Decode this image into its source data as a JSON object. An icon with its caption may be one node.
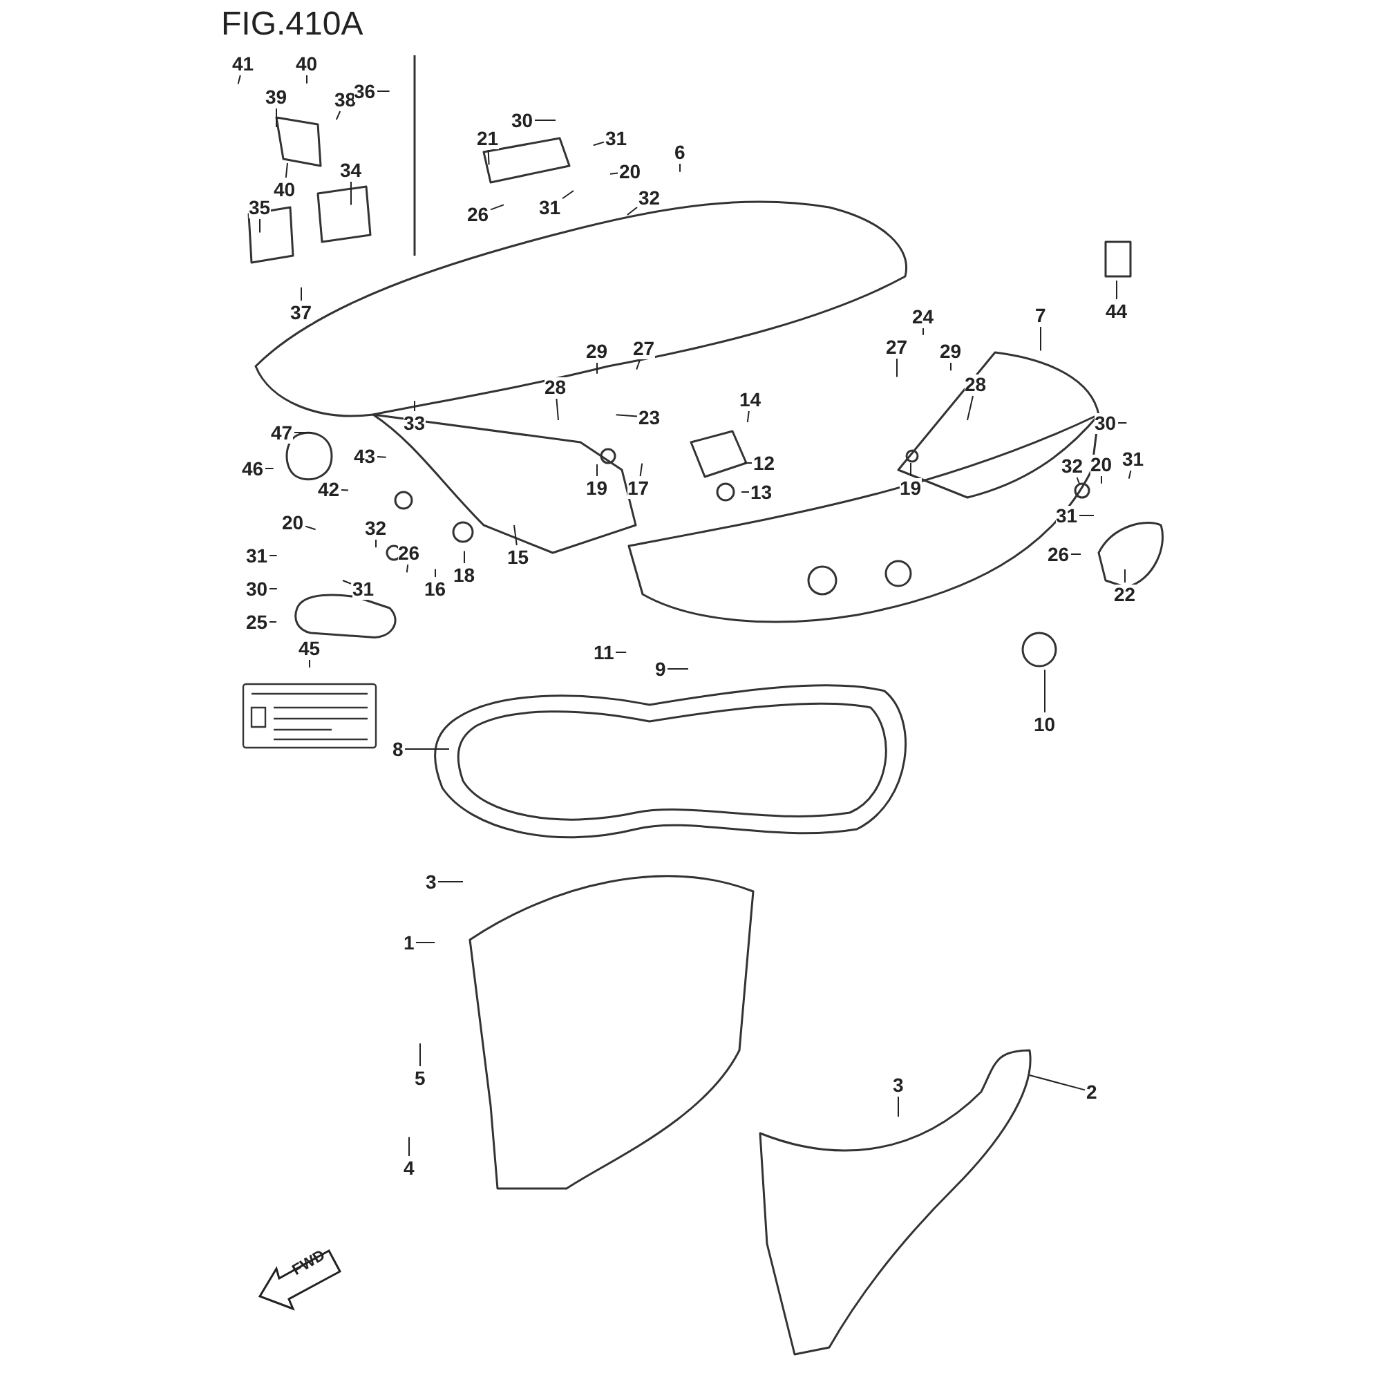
{
  "diagram": {
    "title": "FIG.410A",
    "nodes": [
      {
        "text": [
          "41"
        ]
      },
      {
        "text": [
          "39"
        ]
      },
      {
        "text": [
          "40"
        ]
      },
      {
        "text": [
          "38"
        ]
      },
      {
        "text": [
          "36"
        ]
      },
      {
        "text": [
          "30"
        ]
      },
      {
        "text": [
          "21"
        ]
      },
      {
        "text": [
          "31"
        ]
      },
      {
        "text": [
          "20"
        ]
      },
      {
        "text": [
          "6"
        ]
      },
      {
        "text": [
          "32"
        ]
      },
      {
        "text": [
          "40"
        ]
      },
      {
        "text": [
          "34"
        ]
      },
      {
        "text": [
          "26"
        ]
      },
      {
        "text": [
          "31"
        ]
      },
      {
        "text": [
          "35"
        ]
      },
      {
        "text": [
          "37"
        ]
      },
      {
        "text": [
          "44"
        ]
      },
      {
        "text": [
          "7"
        ]
      },
      {
        "text": [
          "24"
        ]
      },
      {
        "text": [
          "27"
        ]
      },
      {
        "text": [
          "27"
        ]
      },
      {
        "text": [
          "29"
        ]
      },
      {
        "text": [
          "29"
        ]
      },
      {
        "text": [
          "28"
        ]
      },
      {
        "text": [
          "28"
        ]
      },
      {
        "text": [
          "23"
        ]
      },
      {
        "text": [
          "14"
        ]
      },
      {
        "text": [
          "47"
        ]
      },
      {
        "text": [
          "33"
        ]
      },
      {
        "text": [
          "12"
        ]
      },
      {
        "text": [
          "46"
        ]
      },
      {
        "text": [
          "43"
        ]
      },
      {
        "text": [
          "19"
        ]
      },
      {
        "text": [
          "17"
        ]
      },
      {
        "text": [
          "19"
        ]
      },
      {
        "text": [
          "32"
        ]
      },
      {
        "text": [
          "20"
        ]
      },
      {
        "text": [
          "31"
        ]
      },
      {
        "text": [
          "30"
        ]
      },
      {
        "text": [
          "13"
        ]
      },
      {
        "text": [
          "42"
        ]
      },
      {
        "text": [
          "32"
        ]
      },
      {
        "text": [
          "20"
        ]
      },
      {
        "text": [
          "31"
        ]
      },
      {
        "text": [
          "31"
        ]
      },
      {
        "text": [
          "30"
        ]
      },
      {
        "text": [
          "26"
        ]
      },
      {
        "text": [
          "15"
        ]
      },
      {
        "text": [
          "18"
        ]
      },
      {
        "text": [
          "16"
        ]
      },
      {
        "text": [
          "25"
        ]
      },
      {
        "text": [
          "31"
        ]
      },
      {
        "text": [
          "26"
        ]
      },
      {
        "text": [
          "22"
        ]
      },
      {
        "text": [
          "11"
        ]
      },
      {
        "text": [
          "9"
        ]
      },
      {
        "text": [
          "45"
        ]
      },
      {
        "text": [
          "10"
        ]
      },
      {
        "text": [
          "8"
        ]
      },
      {
        "text": [
          "3"
        ]
      },
      {
        "text": [
          "1"
        ]
      },
      {
        "text": [
          "5"
        ]
      },
      {
        "text": [
          "4"
        ]
      },
      {
        "text": [
          "3"
        ]
      },
      {
        "text": [
          "2"
        ]
      }
    ],
    "edges": [
      {
        "from": 0,
        "to": null,
        "arrow": "none"
      },
      {
        "from": 1,
        "to": null,
        "arrow": "none"
      },
      {
        "from": 2,
        "to": null,
        "arrow": "none"
      },
      {
        "from": 3,
        "to": null,
        "arrow": "none"
      },
      {
        "from": 4,
        "to": null,
        "arrow": "none"
      },
      {
        "from": 5,
        "to": null,
        "arrow": "none"
      },
      {
        "from": 6,
        "to": null,
        "arrow": "none"
      },
      {
        "from": 7,
        "to": null,
        "arrow": "none"
      },
      {
        "from": 8,
        "to": null,
        "arrow": "none"
      },
      {
        "from": 9,
        "to": null,
        "arrow": "none"
      },
      {
        "from": 10,
        "to": null,
        "arrow": "none"
      },
      {
        "from": 11,
        "to": null,
        "arrow": "none"
      },
      {
        "from": 12,
        "to": null,
        "arrow": "none"
      },
      {
        "from": 13,
        "to": null,
        "arrow": "none"
      },
      {
        "from": 14,
        "to": null,
        "arrow": "none"
      },
      {
        "from": 15,
        "to": null,
        "arrow": "none"
      },
      {
        "from": 16,
        "to": null,
        "arrow": "none"
      },
      {
        "from": 17,
        "to": null,
        "arrow": "none"
      },
      {
        "from": 18,
        "to": null,
        "arrow": "none"
      },
      {
        "from": 19,
        "to": null,
        "arrow": "none"
      },
      {
        "from": 20,
        "to": null,
        "arrow": "none"
      },
      {
        "from": 21,
        "to": null,
        "arrow": "none"
      },
      {
        "from": 22,
        "to": null,
        "arrow": "none"
      },
      {
        "from": 23,
        "to": null,
        "arrow": "none"
      },
      {
        "from": 24,
        "to": null,
        "arrow": "none"
      },
      {
        "from": 25,
        "to": null,
        "arrow": "none"
      },
      {
        "from": 26,
        "to": null,
        "arrow": "none"
      },
      {
        "from": 27,
        "to": null,
        "arrow": "none"
      },
      {
        "from": 28,
        "to": null,
        "arrow": "none"
      },
      {
        "from": 29,
        "to": null,
        "arrow": "none"
      },
      {
        "from": 30,
        "to": null,
        "arrow": "none"
      },
      {
        "from": 31,
        "to": null,
        "arrow": "none"
      },
      {
        "from": 32,
        "to": null,
        "arrow": "none"
      },
      {
        "from": 33,
        "to": null,
        "arrow": "none"
      },
      {
        "from": 34,
        "to": null,
        "arrow": "none"
      },
      {
        "from": 35,
        "to": null,
        "arrow": "none"
      },
      {
        "from": 36,
        "to": null,
        "arrow": "none"
      },
      {
        "from": 37,
        "to": null,
        "arrow": "none"
      },
      {
        "from": 38,
        "to": null,
        "arrow": "none"
      },
      {
        "from": 39,
        "to": null,
        "arrow": "none"
      },
      {
        "from": 40,
        "to": null,
        "arrow": "none"
      },
      {
        "from": 41,
        "to": null,
        "arrow": "none"
      },
      {
        "from": 42,
        "to": null,
        "arrow": "none"
      },
      {
        "from": 43,
        "to": null,
        "arrow": "none"
      },
      {
        "from": 44,
        "to": null,
        "arrow": "none"
      },
      {
        "from": 45,
        "to": null,
        "arrow": "none"
      },
      {
        "from": 46,
        "to": null,
        "arrow": "none"
      },
      {
        "from": 47,
        "to": null,
        "arrow": "none"
      },
      {
        "from": 48,
        "to": null,
        "arrow": "none"
      },
      {
        "from": 49,
        "to": null,
        "arrow": "none"
      },
      {
        "from": 50,
        "to": null,
        "arrow": "none"
      },
      {
        "from": 51,
        "to": null,
        "arrow": "none"
      },
      {
        "from": 52,
        "to": null,
        "arrow": "none"
      },
      {
        "from": 53,
        "to": null,
        "arrow": "none"
      },
      {
        "from": 54,
        "to": null,
        "arrow": "none"
      },
      {
        "from": 55,
        "to": null,
        "arrow": "none"
      },
      {
        "from": 56,
        "to": null,
        "arrow": "none"
      },
      {
        "from": 57,
        "to": null,
        "arrow": "none"
      },
      {
        "from": 58,
        "to": null,
        "arrow": "none"
      },
      {
        "from": 59,
        "to": null,
        "arrow": "none"
      },
      {
        "from": 60,
        "to": null,
        "arrow": "none"
      },
      {
        "from": 61,
        "to": null,
        "arrow": "none"
      },
      {
        "from": 62,
        "to": null,
        "arrow": "none"
      },
      {
        "from": 63,
        "to": null,
        "arrow": "none"
      },
      {
        "from": 64,
        "to": null,
        "arrow": "none"
      },
      {
        "from": 65,
        "to": null,
        "arrow": "none"
      }
    ],
    "labels": [
      "FWD"
    ]
  }
}
